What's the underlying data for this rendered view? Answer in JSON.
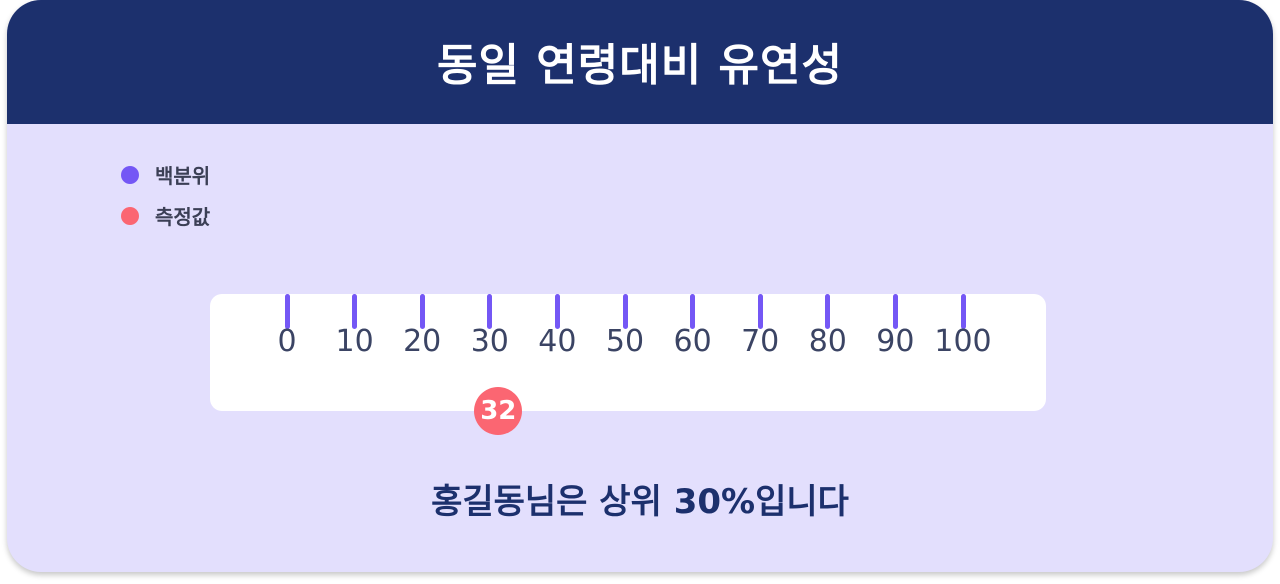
{
  "header": {
    "title": "동일 연령대비 유연성"
  },
  "legend": {
    "items": [
      {
        "label": "백분위",
        "color": "#7457f5"
      },
      {
        "label": "측정값",
        "color": "#fb6672"
      }
    ]
  },
  "scale": {
    "ticks": [
      "0",
      "10",
      "20",
      "30",
      "40",
      "50",
      "60",
      "70",
      "80",
      "90",
      "100"
    ],
    "tick_color": "#7457f5",
    "marker": {
      "value": "32",
      "color": "#fb6672"
    }
  },
  "summary": {
    "text": "홍길동님은 상위 30%입니다"
  },
  "colors": {
    "header_bg": "#1c306d",
    "card_bg": "#e3dffd",
    "scale_bg": "#ffffff"
  }
}
